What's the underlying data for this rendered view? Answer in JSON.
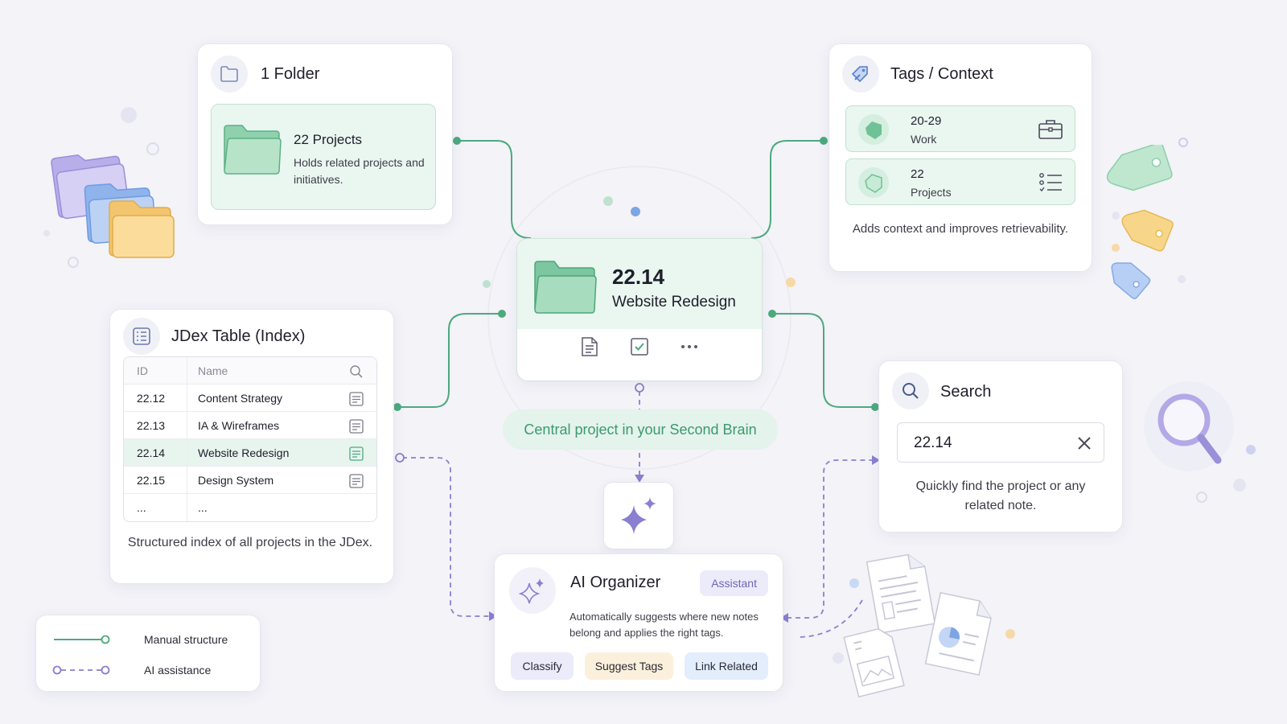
{
  "folder_card": {
    "title": "1 Folder",
    "inner_title": "22 Projects",
    "inner_desc": "Holds related projects and initiatives."
  },
  "tags_card": {
    "title": "Tags / Context",
    "rows": [
      {
        "code": "20-29",
        "label": "Work",
        "icon": "briefcase-icon"
      },
      {
        "code": "22",
        "label": "Projects",
        "icon": "checklist-icon"
      }
    ],
    "desc": "Adds context and improves retrievability."
  },
  "center_card": {
    "code": "22.14",
    "name": "Website Redesign",
    "caption": "Central project in your Second Brain",
    "actions": [
      "document-icon",
      "checkbox-icon",
      "more-icon"
    ]
  },
  "jdex_card": {
    "title": "JDex Table (Index)",
    "columns": [
      "ID",
      "Name"
    ],
    "rows": [
      {
        "id": "22.12",
        "name": "Content Strategy"
      },
      {
        "id": "22.13",
        "name": "IA & Wireframes"
      },
      {
        "id": "22.14",
        "name": "Website Redesign",
        "selected": true
      },
      {
        "id": "22.15",
        "name": "Design System"
      },
      {
        "id": "...",
        "name": "..."
      }
    ],
    "desc": "Structured index of all projects in the JDex."
  },
  "search_card": {
    "title": "Search",
    "value": "22.14",
    "desc": "Quickly find the project or any related note."
  },
  "ai_card": {
    "title": "AI Organizer",
    "badge": "Assistant",
    "desc": "Automatically suggests where new notes belong and applies the right tags.",
    "buttons": [
      "Classify",
      "Suggest Tags",
      "Link Related"
    ]
  },
  "legend": {
    "manual": "Manual structure",
    "ai": "AI assistance"
  },
  "colors": {
    "green": "#4caa7d",
    "purple": "#8a7fd0",
    "green_soft": "#eaf6f0",
    "purple_soft": "#ecebfa",
    "yellow_soft": "#fbf0dc",
    "blue_soft": "#e3edfb"
  }
}
